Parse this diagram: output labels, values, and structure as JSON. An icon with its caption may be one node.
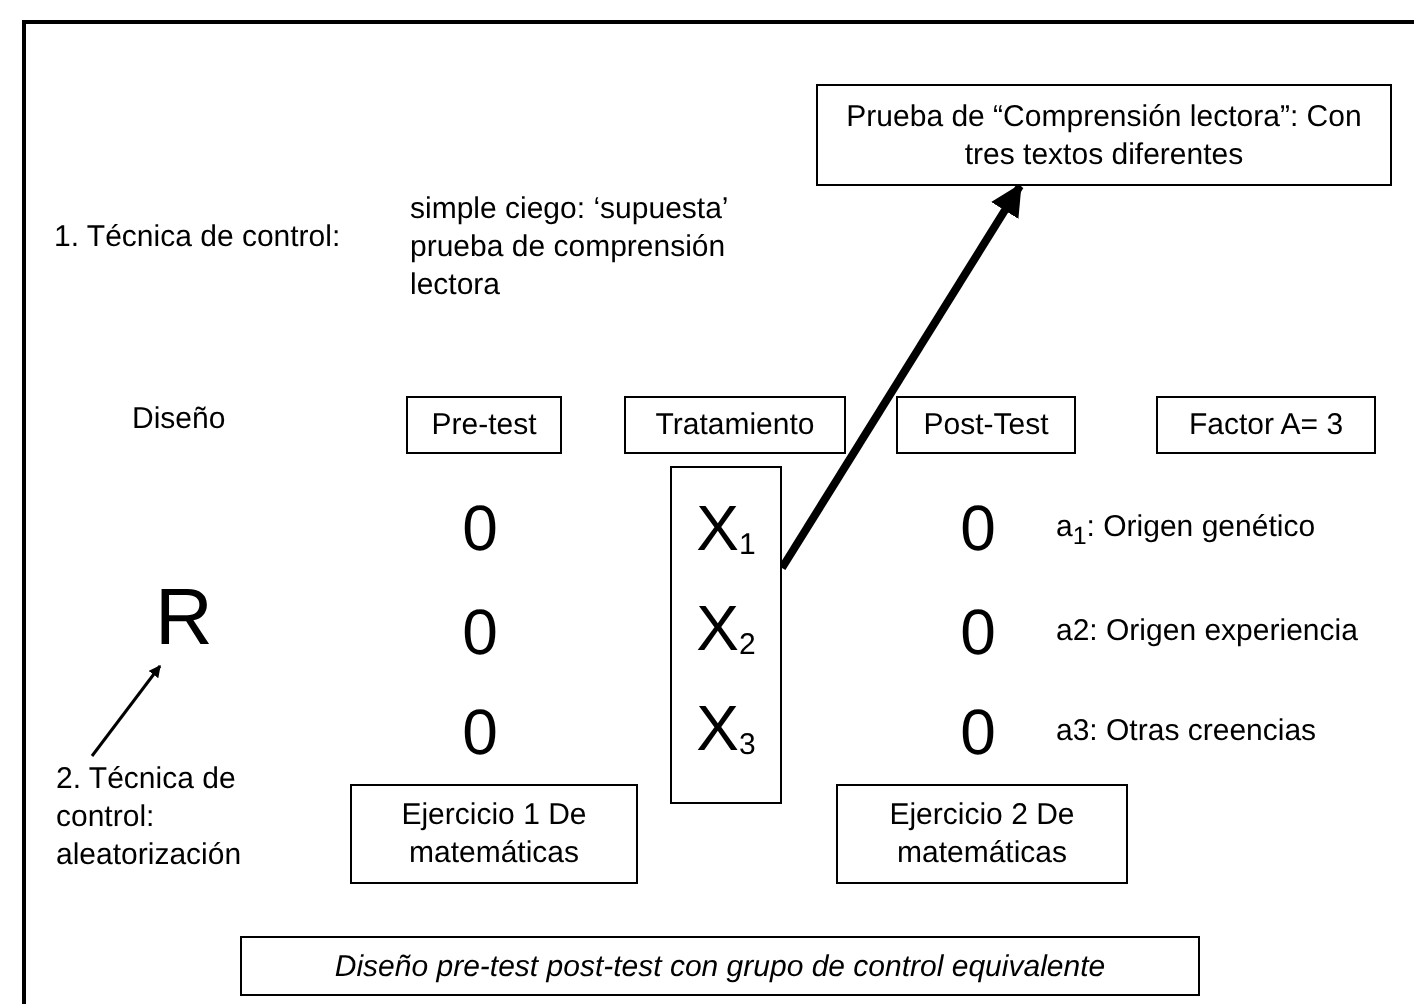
{
  "diagram": {
    "nodes": [
      {
        "text": [
          "Prueba de “Comprensión lectora”: Con tres textos diferentes"
        ]
      },
      {
        "text": [
          "Pre-test"
        ]
      },
      {
        "text": [
          "Tratamiento"
        ]
      },
      {
        "text": [
          "Post-Test"
        ]
      },
      {
        "text": [
          "Factor A= 3"
        ]
      },
      {
        "text": [
          "X$_{1}$",
          "X$_{2}$",
          "X$_{3}$"
        ]
      },
      {
        "text": [
          "Ejercicio 1 De matemáticas"
        ]
      },
      {
        "text": [
          "Ejercicio 2 De matemáticas"
        ]
      },
      {
        "text": [
          "Diseño pre-test post-test con grupo de control equivalente"
        ]
      },
      {
        "text": [
          "2. Técnica de control: aleatorización"
        ]
      },
      {
        "text": [
          "R"
        ]
      }
    ],
    "edges": [
      {
        "from": 5,
        "to": 0,
        "arrow": "to",
        "style": "thick"
      },
      {
        "from": 9,
        "to": 10,
        "arrow": "to"
      }
    ],
    "labels": [
      "1. Técnica de control:",
      "simple ciego: ‘supuesta’ prueba de comprensión lectora",
      "Diseño",
      "0",
      "0",
      "a$_{1}$: Origen genético",
      "0",
      "0",
      "a2: Origen experiencia",
      "0",
      "0",
      "a3: Otras creencias"
    ]
  }
}
